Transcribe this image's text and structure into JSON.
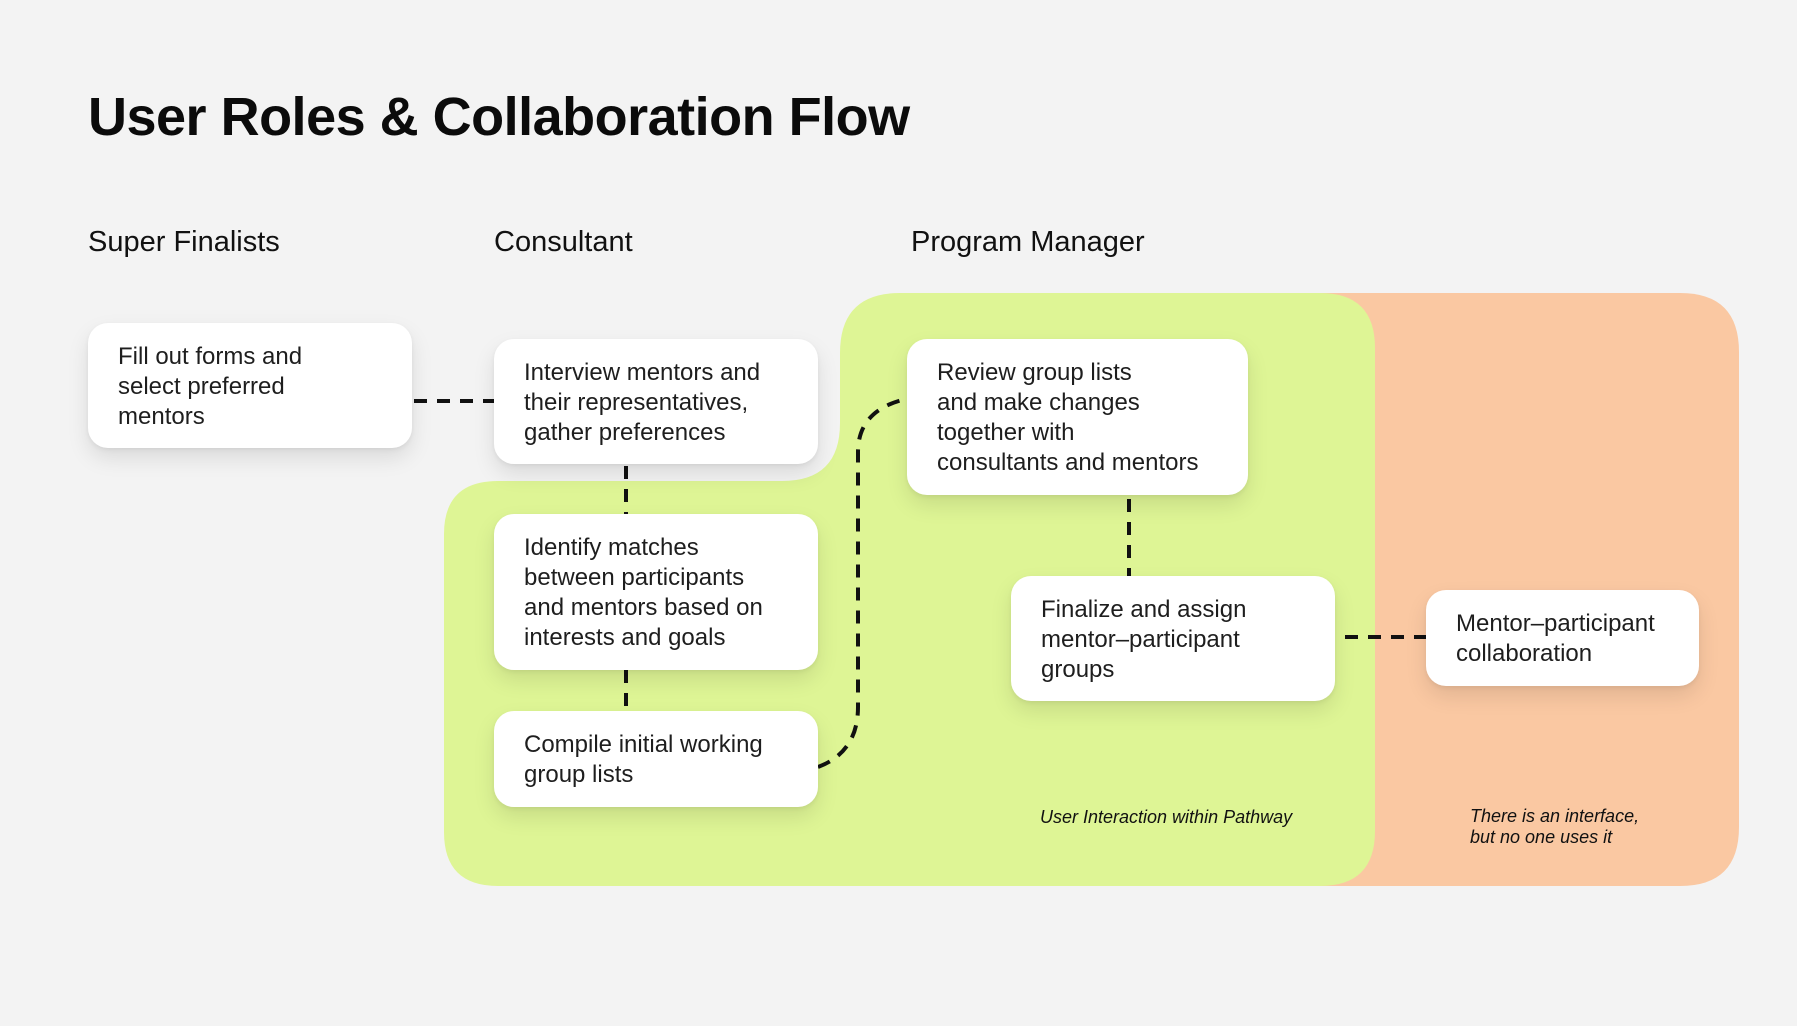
{
  "title": "User Roles & Collaboration Flow",
  "roles": {
    "super_finalists": "Super Finalists",
    "consultant": "Consultant",
    "program_manager": "Program Manager"
  },
  "steps": {
    "fill_forms": "Fill out forms and\nselect preferred\nmentors",
    "interview": "Interview mentors and\ntheir representatives,\ngather preferences",
    "identify_matches": "Identify matches\nbetween participants\nand mentors based on\ninterests and goals",
    "compile_lists": "Compile initial working\ngroup lists",
    "review_lists": "Review group lists\nand make changes\ntogether with\nconsultants and mentors",
    "finalize": "Finalize and assign\nmentor–participant\ngroups",
    "collaboration": "Mentor–participant\ncollaboration"
  },
  "zones": {
    "pathway": {
      "label": "User Interaction within Pathway",
      "color": "#def595"
    },
    "unused": {
      "label": "There is an interface,\nbut no one uses it",
      "color": "#fac8a2"
    }
  },
  "connector_color": "#111111"
}
